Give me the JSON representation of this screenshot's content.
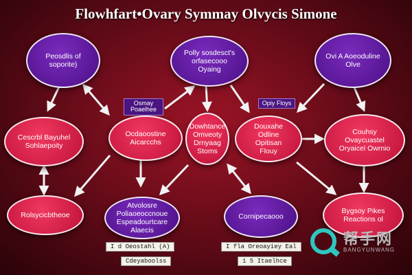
{
  "title": "Flowhfart•Ovary Symmay Olvycis Simone",
  "nodes": {
    "n1": "Peosdlis of soporite)",
    "n2": "Polly sosdesct's orfasecooo Oyaing",
    "n3": "Ovi A Aoeoduline Olve",
    "n4": "Cescrbl Bayuhel Sohlaepoity",
    "n5": "Ocdaoostine Aicarcchs",
    "n6": "Dowhtance Omveoty Drnyaag Stoms",
    "n7": "Douxahe Odline Opitisan Flouy",
    "n8": "Couhsy Ovaycuastel Oryaicel Owrnio",
    "n9": "Rolsycicbtheoe",
    "n10": "Atvolosre Poliaoeoccnoue Espeadourtcare Alaecis",
    "n11": "Cornipecaooo",
    "n12": "Bygsoy Pikes Reactions ol"
  },
  "labels": {
    "l1": "Osmay Poaelhee",
    "l2": "Opiy Floys"
  },
  "captions": {
    "c1": "I d Oeostahl (A)",
    "c2": "Cdeyaboolss",
    "c3": "I fla Oreoayiey Eal",
    "c4": "1 5 Itaelhce"
  },
  "brand": {
    "cn": "帮手网",
    "en": "BANGYUNWANG"
  },
  "colors": {
    "purple": "#5a1a9e",
    "red": "#e11d48",
    "background": "#7a0c1c",
    "arrow": "#f2f2f2",
    "brand": "#2ec7c0"
  }
}
